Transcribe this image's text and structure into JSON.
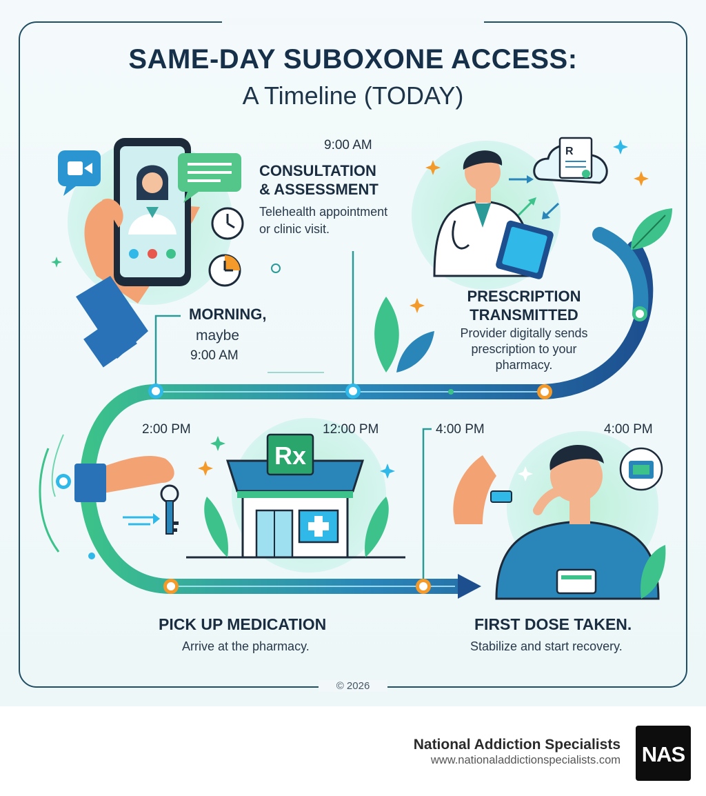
{
  "title": {
    "line1": "SAME-DAY SUBOXONE ACCESS:",
    "line2": "A Timeline (TODAY)"
  },
  "steps": {
    "consult": {
      "time": "9:00 AM",
      "heading_line1": "CONSULTATION",
      "heading_line2": "& ASSESSMENT",
      "desc_line1": "Telehealth appointment",
      "desc_line2": "or clinic visit."
    },
    "morning": {
      "label_line1": "MORNING,",
      "label_line2": "maybe",
      "label_line3": "9:00 AM"
    },
    "prescription": {
      "heading_line1": "PRESCRIPTION",
      "heading_line2": "TRANSMITTED",
      "desc_line1": "Provider digitally sends",
      "desc_line2": "prescription to your",
      "desc_line3": "pharmacy."
    },
    "pickup": {
      "time_left": "2:00 PM",
      "time_right": "12:00 PM",
      "heading": "PICK UP MEDICATION",
      "desc": "Arrive at the pharmacy.",
      "sign": "Rx"
    },
    "dose": {
      "time_left": "4:00 PM",
      "time_right": "4:00 PM",
      "heading": "FIRST DOSE TAKEN.",
      "desc": "Stabilize and start recovery."
    }
  },
  "copyright": "© 2026",
  "brand": {
    "name": "National Addiction Specialists",
    "url": "www.nationaladdictionspecialists.com",
    "logo_text": "NAS"
  },
  "colors": {
    "frame": "#1f4d63",
    "path_green": "#3cc28a",
    "path_blue": "#1d4f8f",
    "node_blue": "#2fb8e8",
    "node_orange": "#f39a2b",
    "text_dark": "#17293a"
  }
}
